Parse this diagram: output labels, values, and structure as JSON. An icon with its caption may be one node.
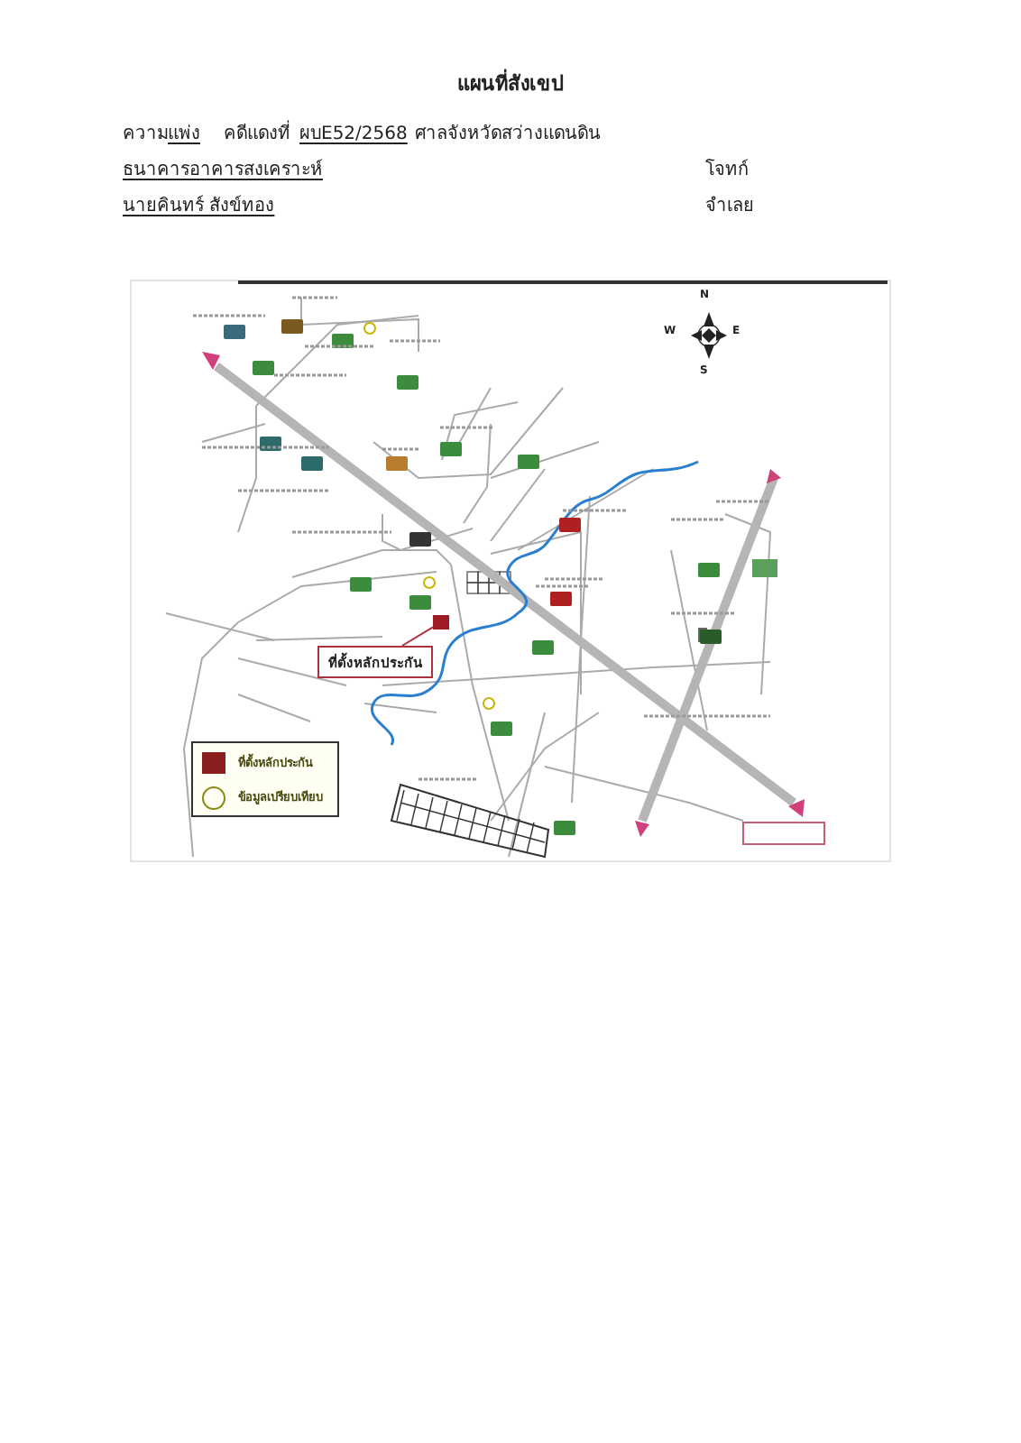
{
  "diagram": {
    "title": "แผนที่สังเขป",
    "nodes": [
      {
        "text": [],
        "shape": "picture"
      },
      {
        "text": [
          "ที่ตั้งหลักประกัน"
        ],
        "in": 0
      },
      {
        "text": [],
        "shape": "box",
        "in": 0
      }
    ],
    "edges": [
      {
        "from": 1,
        "to": 2,
        "arrow": "none"
      }
    ],
    "labels": [
      "ความ",
      "แพ่ง",
      "คดีแดงที่",
      "ผบE52/2568",
      "ศาลจังหวัดสว่างแดนดิน",
      "ธนาคารอาคารสงเคราะห์",
      "โจทก์",
      "นายคินทร์ สังข์ทอง",
      "จำเลย",
      "N",
      "W",
      "E",
      "S"
    ],
    "legend": [
      {
        "text": "ที่ตั้งหลักประกัน",
        "color": "#8b1f1f"
      },
      {
        "text": "ข้อมูลเปรียบเทียบ"
      }
    ]
  }
}
